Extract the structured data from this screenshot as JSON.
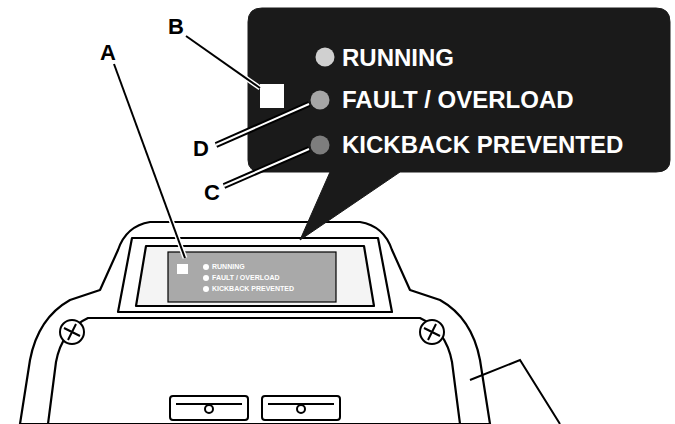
{
  "diagram": {
    "nodes": [
      {
        "text": [
          "RUNNING",
          "FAULT / OVERLOAD",
          "KICKBACK PREVENTED"
        ]
      },
      {
        "text": [
          "RUNNING",
          "FAULT / OVERLOAD",
          "KICKBACK PREVENTED"
        ]
      }
    ],
    "labels": [
      "A",
      "B",
      "C",
      "D"
    ]
  }
}
